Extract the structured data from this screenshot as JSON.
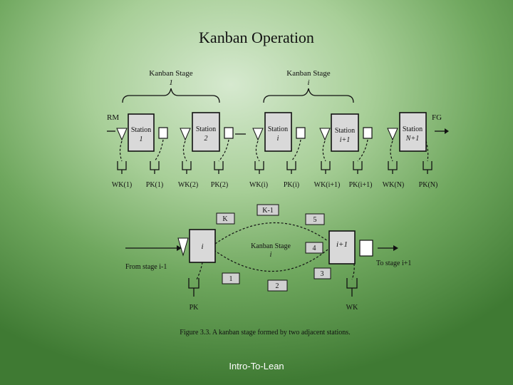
{
  "slide": {
    "title": "Kanban Operation",
    "footer": "Intro-To-Lean"
  },
  "top_diagram": {
    "stage_a": {
      "label": "Kanban Stage",
      "index": "1"
    },
    "stage_b": {
      "label": "Kanban Stage",
      "index": "i"
    },
    "rm": "RM",
    "fg": "FG",
    "stations": [
      {
        "name": "Station",
        "index": "1"
      },
      {
        "name": "Station",
        "index": "2"
      },
      {
        "name": "Station",
        "index": "i"
      },
      {
        "name": "Station",
        "index": "i+1"
      },
      {
        "name": "Station",
        "index": "N+1"
      }
    ],
    "post_labels": [
      "WK(1)",
      "PK(1)",
      "WK(2)",
      "PK(2)",
      "WK(i)",
      "PK(i)",
      "WK(i+1)",
      "PK(i+1)",
      "WK(N)",
      "PK(N)"
    ]
  },
  "bottom_diagram": {
    "box_k": "K",
    "box_k1": "K-1",
    "box_5": "5",
    "box_4": "4",
    "box_3": "3",
    "box_2": "2",
    "box_1": "1",
    "station_left": "i",
    "station_right": "i+1",
    "stage_label": "Kanban Stage",
    "stage_index": "i",
    "from_label": "From stage i-1",
    "to_label": "To stage i+1",
    "pk": "PK",
    "wk": "WK",
    "caption": "Figure 3.3. A kanban stage formed by two adjacent stations."
  }
}
